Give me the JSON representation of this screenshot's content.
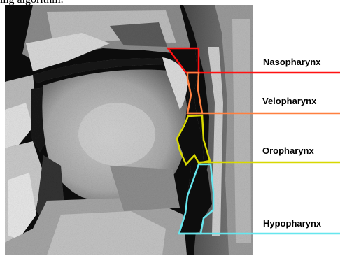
{
  "caption_fragment": "ing algorithm.",
  "image": {
    "description_icon": "sagittal-mri-head-neck-icon"
  },
  "regions": [
    {
      "id": "nasopharynx",
      "label": "Nasopharynx",
      "color": "#ff1111"
    },
    {
      "id": "velopharynx",
      "label": "Velopharynx",
      "color": "#ff8040"
    },
    {
      "id": "oropharynx",
      "label": "Oropharynx",
      "color": "#d8d800"
    },
    {
      "id": "hypopharynx",
      "label": "Hypopharynx",
      "color": "#66e6ee"
    }
  ]
}
